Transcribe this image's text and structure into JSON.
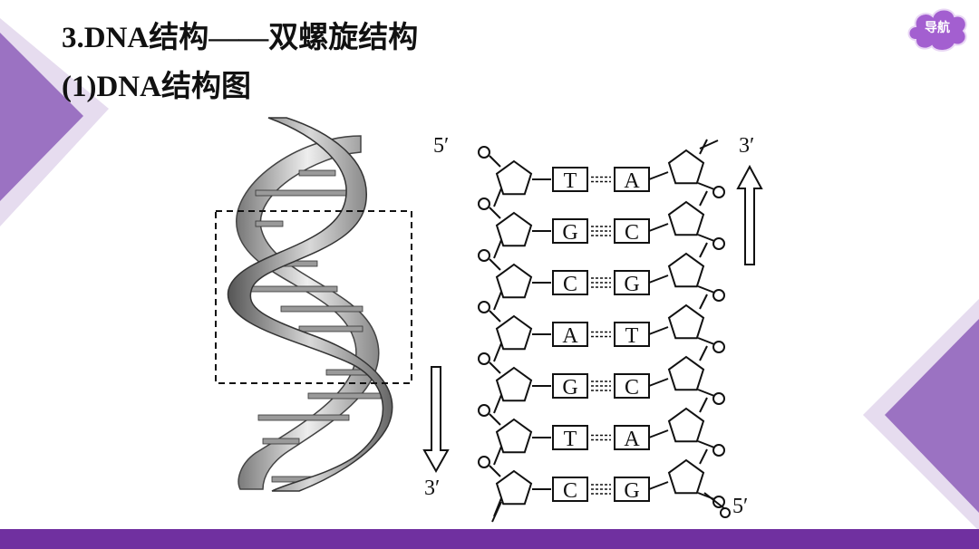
{
  "slide": {
    "title_line1": "3.DNA结构——双螺旋结构",
    "title_line2": "(1)DNA结构图",
    "nav_button": "导航",
    "accent_color": "#7030a0"
  },
  "diagram": {
    "left_strand_top_label": "5′",
    "left_strand_bottom_label": "3′",
    "right_strand_top_label": "3′",
    "right_strand_bottom_label": "5′",
    "helix_side_bottom_label": "3′",
    "base_pairs": [
      {
        "left": "T",
        "right": "A",
        "bonds": 2
      },
      {
        "left": "G",
        "right": "C",
        "bonds": 3
      },
      {
        "left": "C",
        "right": "G",
        "bonds": 3
      },
      {
        "left": "A",
        "right": "T",
        "bonds": 2
      },
      {
        "left": "G",
        "right": "C",
        "bonds": 3
      },
      {
        "left": "T",
        "right": "A",
        "bonds": 2
      },
      {
        "left": "C",
        "right": "G",
        "bonds": 3
      }
    ],
    "arrow_icons": [
      "down-arrow-icon",
      "up-arrow-icon"
    ]
  }
}
